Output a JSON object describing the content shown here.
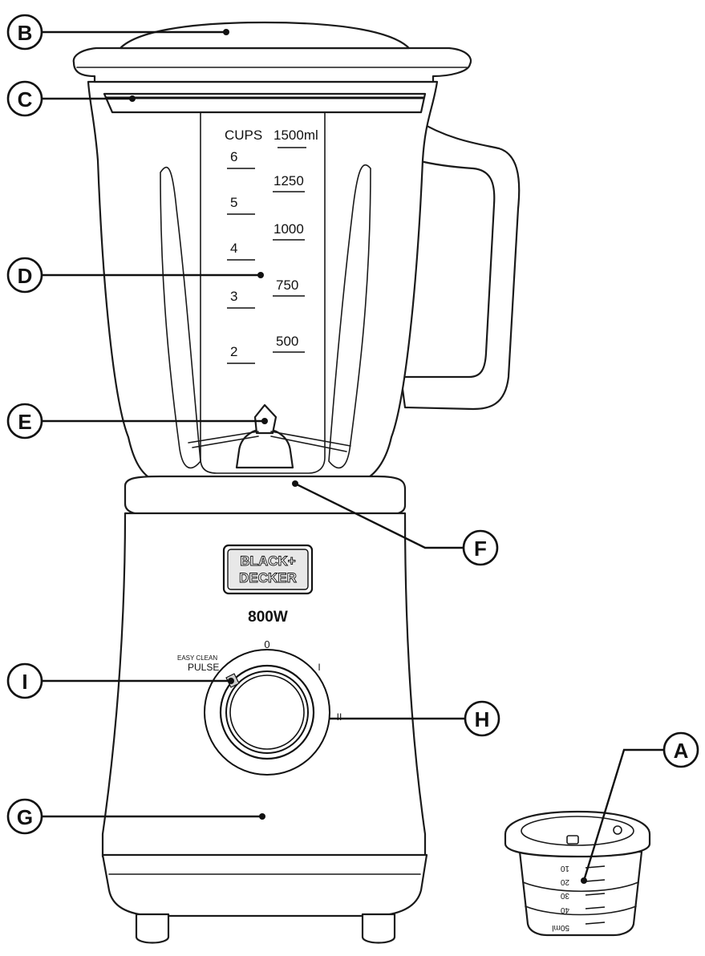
{
  "cup_scale": {
    "cups_label": "CUPS",
    "ml_label": "1500ml",
    "cups": [
      "6",
      "5",
      "4",
      "3",
      "2"
    ],
    "ml": [
      "1250",
      "1000",
      "750",
      "500"
    ]
  },
  "brand": {
    "line1": "BLACK+",
    "line2": "DECKER"
  },
  "power": "800W",
  "dial": {
    "off": "0",
    "speed1": "I",
    "speed2": "II",
    "easy_clean": "EASY CLEAN",
    "pulse": "PULSE"
  },
  "measuring_cup": {
    "marks": [
      "10",
      "20",
      "30",
      "40",
      "50ml"
    ]
  },
  "callouts": {
    "A": "A",
    "B": "B",
    "C": "C",
    "D": "D",
    "E": "E",
    "F": "F",
    "G": "G",
    "H": "H",
    "I": "I"
  }
}
